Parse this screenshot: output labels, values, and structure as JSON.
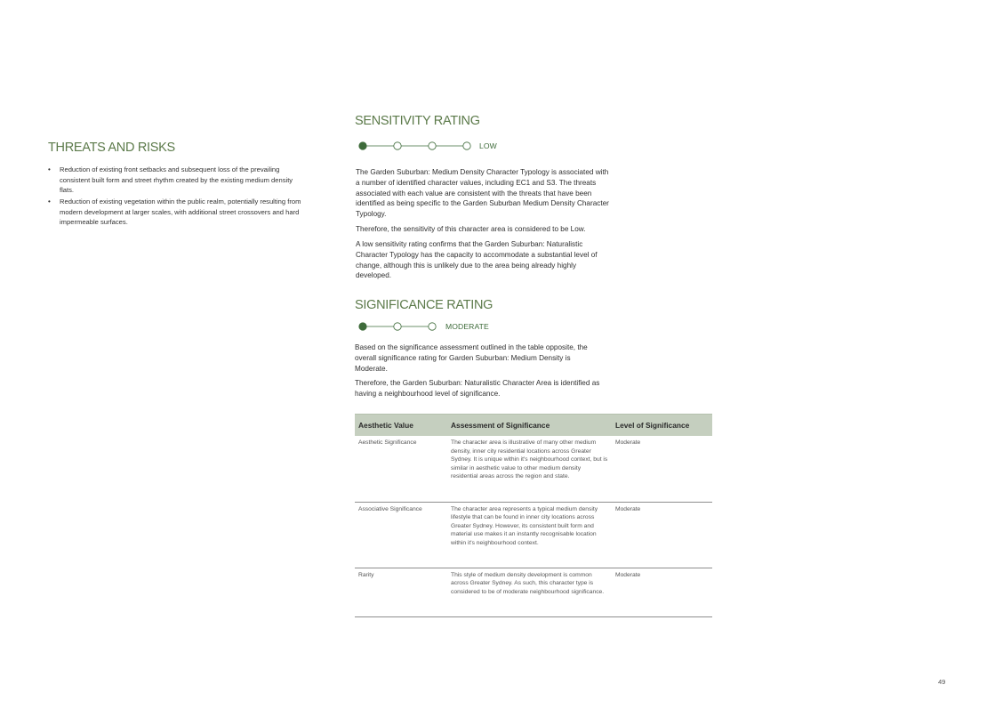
{
  "threats": {
    "title": "THREATS AND RISKS",
    "items": [
      "Reduction of existing front setbacks and subsequent loss of the prevailing consistent built form and street rhythm created by the existing medium density flats.",
      "Reduction of existing vegetation within the public realm, potentially resulting from modern development at larger scales, with additional street crossovers and hard impermeable surfaces."
    ]
  },
  "sensitivity": {
    "title": "SENSITIVITY RATING",
    "scale_label": "LOW",
    "scale_level": 1,
    "scale_steps": 4,
    "paragraphs": [
      "The Garden Suburban: Medium Density Character Typology is associated with a number of identified character values, including EC1 and S3. The threats associated with each value are consistent with the threats that have been identified as being specific to the Garden Suburban Medium Density Character Typology.",
      "Therefore, the sensitivity of this character area is considered to be Low.",
      "A low sensitivity rating confirms that the Garden Suburban: Naturalistic Character Typology has the capacity to accommodate a substantial level of change, although this is unlikely due to the area being already highly developed."
    ]
  },
  "significance": {
    "title": "SIGNIFICANCE RATING",
    "scale_label": "MODERATE",
    "scale_level": 1,
    "scale_steps": 3,
    "paragraphs": [
      "Based on the significance assessment outlined in the table opposite, the overall significance rating for Garden Suburban: Medium Density is Moderate.",
      "Therefore, the Garden Suburban: Naturalistic Character Area is identified as having a neighbourhood level of significance."
    ]
  },
  "table": {
    "headers": [
      "Aesthetic Value",
      "Assessment of Significance",
      "Level of Significance"
    ],
    "rows": [
      {
        "value": "Aesthetic Significance",
        "assessment": "The character area is illustrative of many other medium density, inner city residential locations across Greater Sydney. It is unique within it's neighbourhood context, but is similar in aesthetic value to other medium density residential areas across the region and state.",
        "level": "Moderate"
      },
      {
        "value": "Associative Significance",
        "assessment": "The character area represents a typical medium density lifestyle that can be found in inner city locations across Greater Sydney. However, its consistent built form and material use makes it an instantly recognisable location within it's neighbourhood context.",
        "level": "Moderate"
      },
      {
        "value": "Rarity",
        "assessment": "This style of medium density development is common across Greater Sydney. As such, this character type is considered to be of moderate neighbourhood significance.",
        "level": "Moderate"
      }
    ]
  },
  "page_number": "49",
  "colors": {
    "heading": "#5c7a4a",
    "scale_filled": "#3e6b3a",
    "table_header_bg": "#c5cfbf"
  }
}
